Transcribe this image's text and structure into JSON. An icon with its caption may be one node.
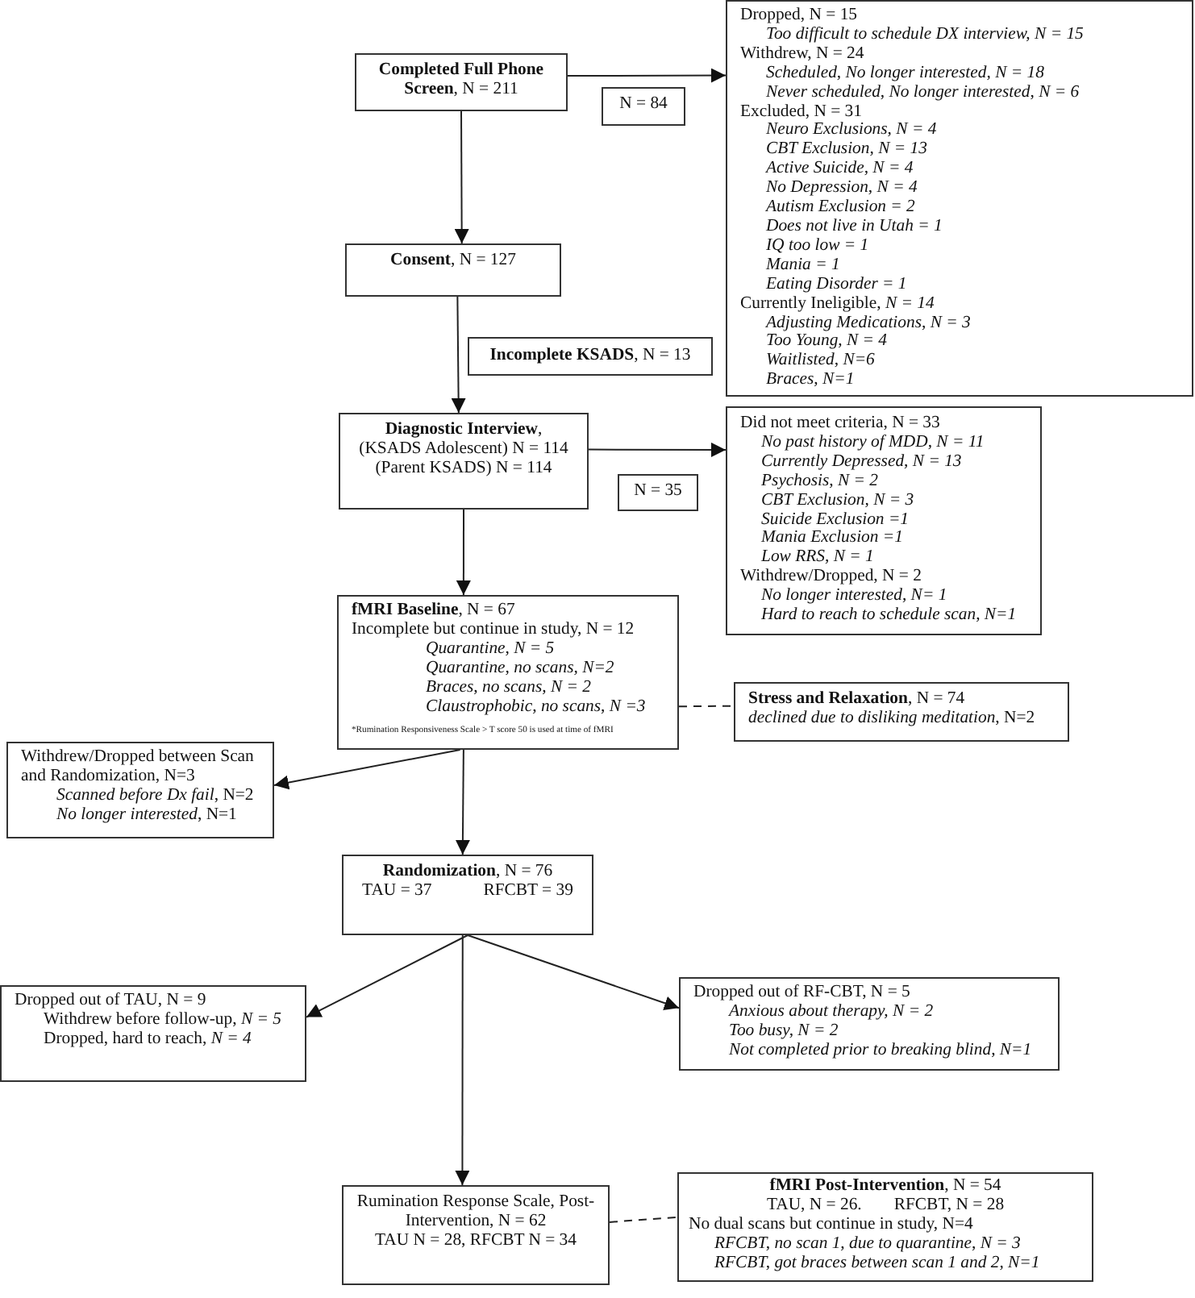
{
  "diagram": {
    "nodes": [
      {
        "text": [
          "**Completed Full Phone Screen**, N = 211"
        ]
      },
      {
        "text": [
          "N = 84"
        ]
      },
      {
        "text": [
          "Dropped, N = 15",
          "Too difficult to schedule DX interview, N = 15",
          "Withdrew, N = 24",
          "Scheduled, No longer interested, N = 18",
          "Never scheduled, No longer interested, N = 6",
          "Excluded, N = 31",
          "Neuro Exclusions, N = 4",
          "CBT Exclusion, N = 13",
          "Active Suicide, N = 4",
          "No Depression, N = 4",
          "Autism Exclusion = 2",
          "Does not live in Utah = 1",
          "IQ too low = 1",
          "Mania = 1",
          "Eating Disorder = 1",
          "Currently Ineligible, *N = 14*",
          "Adjusting Medications, N = 3",
          "Too Young, N = 4",
          "Waitlisted, N=6",
          "Braces, N=1"
        ]
      },
      {
        "text": [
          "**Consent**, N = 127"
        ]
      },
      {
        "text": [
          "**Incomplete KSADS**, N = 13"
        ]
      },
      {
        "text": [
          "**Diagnostic Interview**,",
          "(KSADS Adolescent) N = 114",
          "(Parent KSADS) N = 114"
        ]
      },
      {
        "text": [
          "N = 35"
        ]
      },
      {
        "text": [
          "Did not meet criteria, N = 33",
          "No past history of MDD, N = 11",
          "Currently Depressed, N = 13",
          "Psychosis, N = 2",
          "CBT Exclusion, N = 3",
          "Suicide Exclusion =1",
          "Mania Exclusion =1",
          "Low RRS, N = 1",
          "Withdrew/Dropped, N = 2",
          "No longer interested, N= 1",
          "Hard to reach to schedule scan, N=1"
        ]
      },
      {
        "text": [
          "**fMRI Baseline**, N = 67",
          "Incomplete but continue in study, N = 12",
          "Quarantine,  N = 5",
          "Quarantine, no scans, N=2",
          "Braces, no scans, N = 2",
          "Claustrophobic, no scans, N =3",
          "*Rumination Responsiveness Scale > T score 50 is used at time of fMRI"
        ]
      },
      {
        "text": [
          "**Stress and Relaxation**, N = 74",
          "*declined due to disliking meditation*, N=2"
        ]
      },
      {
        "text": [
          "Withdrew/Dropped between Scan and Randomization, N=3",
          "*Scanned before Dx fail*, N=2",
          "*No longer interested*, N=1"
        ]
      },
      {
        "text": [
          "**Randomization**, N = 76",
          "TAU = 37",
          "RFCBT = 39"
        ]
      },
      {
        "text": [
          "Dropped out of TAU, N = 9",
          "Withdrew before follow-up, *N = 5*",
          "Dropped, hard to reach, *N = 4*"
        ]
      },
      {
        "text": [
          "Dropped out of RF-CBT, N = 5",
          "Anxious about therapy, N = 2",
          "Too busy, N = 2",
          "Not completed prior to breaking blind, N=1"
        ]
      },
      {
        "text": [
          "Rumination Response Scale, Post-Intervention, N = 62",
          "TAU N = 28, RFCBT N = 34"
        ]
      },
      {
        "text": [
          "**fMRI Post-Intervention**, N = 54",
          "TAU, N = 26.",
          "RFCBT, N = 28",
          "No dual scans but continue in study, N=4",
          "RFCBT, no scan 1, due to quarantine, N = 3",
          "RFCBT, got braces between scan 1 and 2, N=1"
        ]
      }
    ],
    "edges": [
      {
        "from": 0,
        "to": 2,
        "arrow": "to"
      },
      {
        "from": 0,
        "to": 3,
        "arrow": "to"
      },
      {
        "from": 3,
        "to": 5,
        "arrow": "to"
      },
      {
        "from": 5,
        "to": 7,
        "arrow": "to"
      },
      {
        "from": 5,
        "to": 8,
        "arrow": "to"
      },
      {
        "from": 8,
        "to": 9,
        "arrow": "none",
        "style": "dashed"
      },
      {
        "from": 8,
        "to": 10,
        "arrow": "to"
      },
      {
        "from": 8,
        "to": 11,
        "arrow": "to"
      },
      {
        "from": 11,
        "to": 12,
        "arrow": "to"
      },
      {
        "from": 11,
        "to": 13,
        "arrow": "to"
      },
      {
        "from": 11,
        "to": 14,
        "arrow": "to"
      },
      {
        "from": 14,
        "to": 15,
        "arrow": "none",
        "style": "dashed"
      }
    ]
  }
}
